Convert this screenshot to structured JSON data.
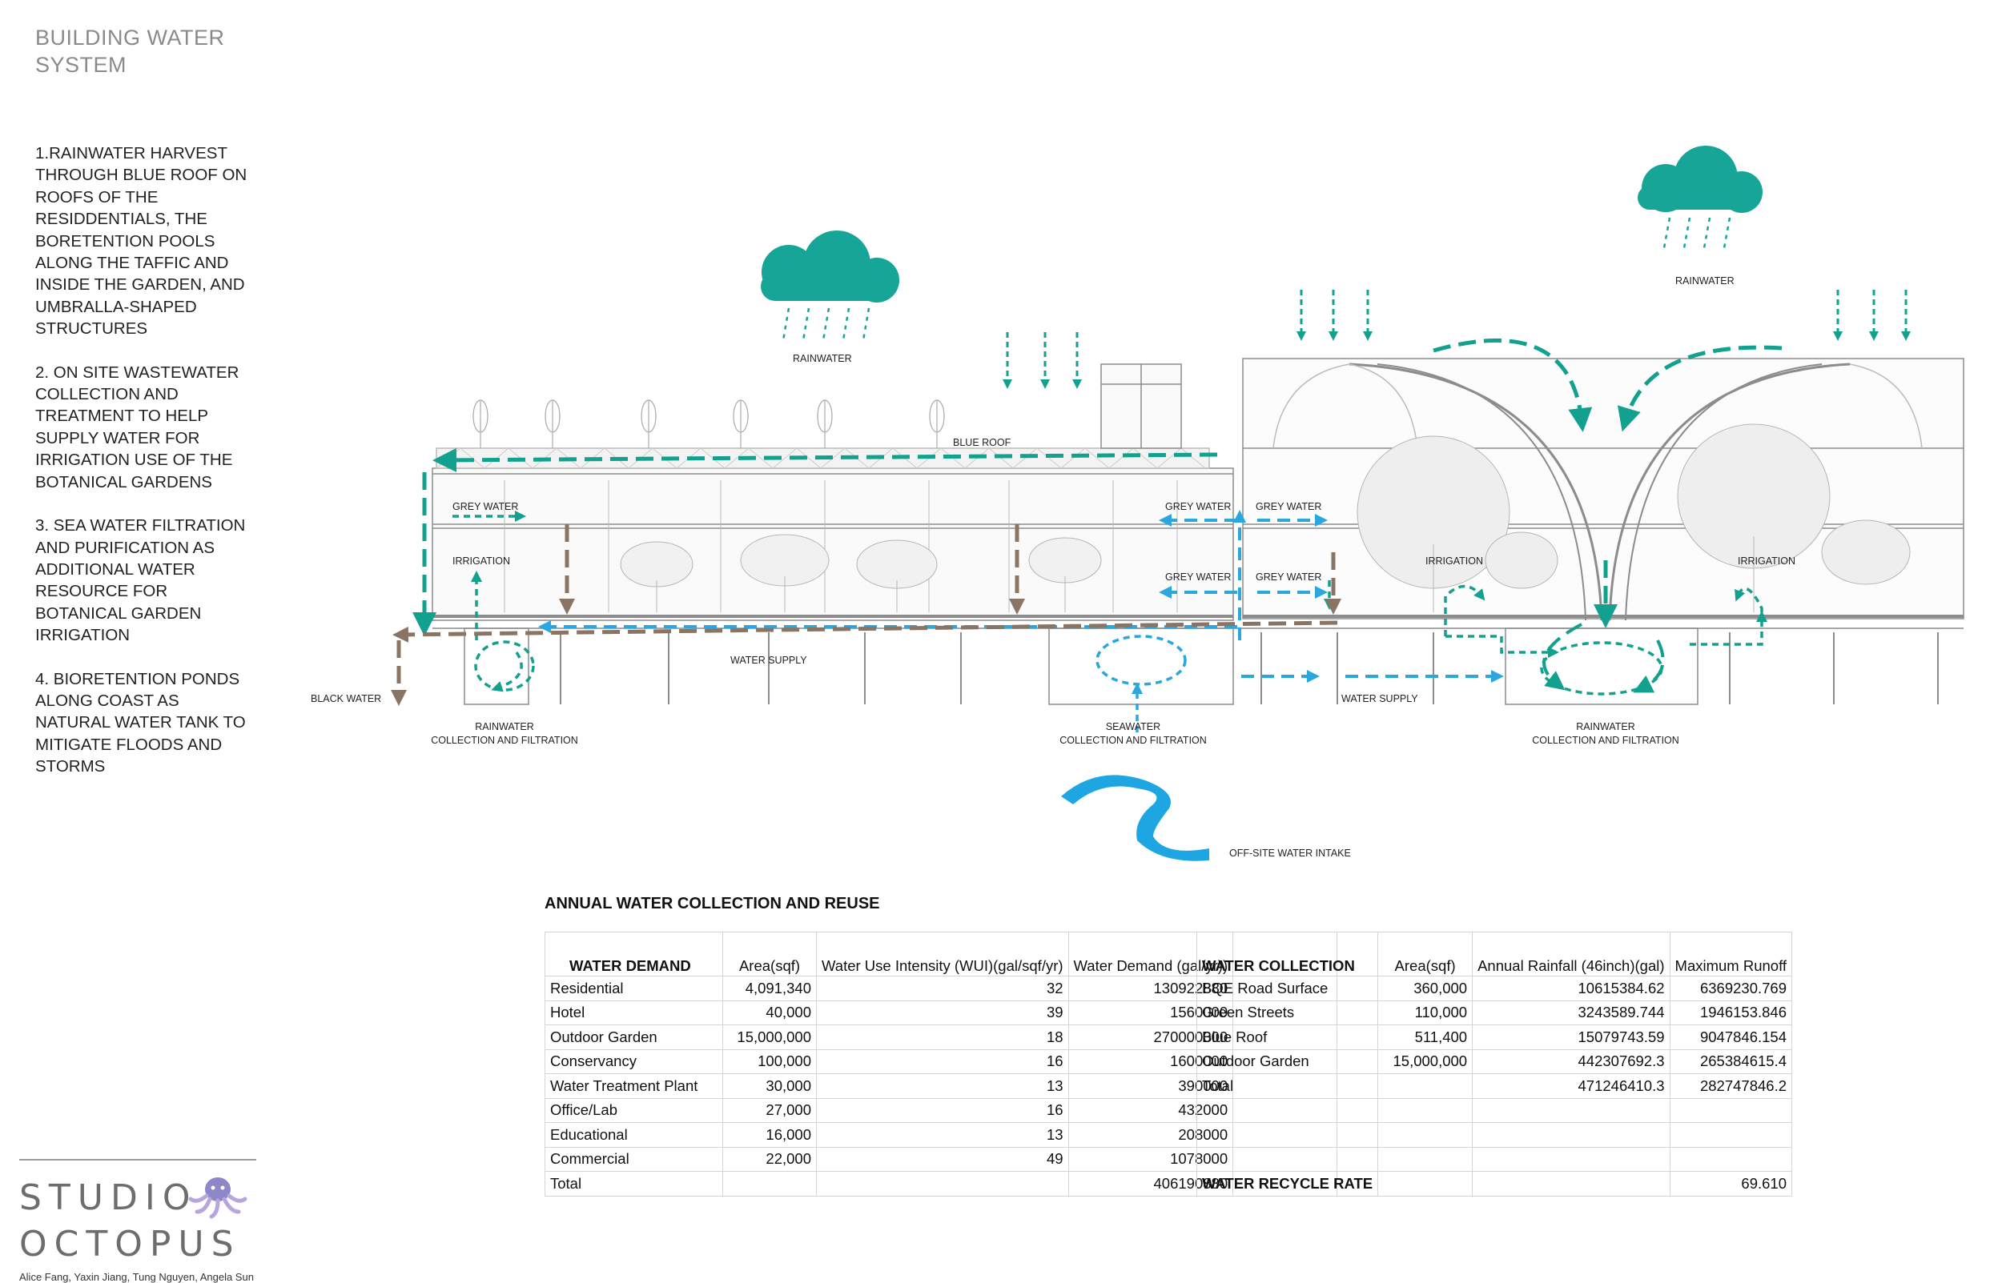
{
  "title": "BUILDING WATER SYSTEM",
  "notes": [
    "1.RAINWATER HARVEST THROUGH BLUE ROOF ON ROOFS OF THE RESIDDENTIALS, THE BORETENTION POOLS ALONG THE TAFFIC AND INSIDE THE GARDEN, AND UMBRALLA-SHAPED STRUCTURES",
    "2. ON SITE WASTEWATER COLLECTION AND TREATMENT TO HELP SUPPLY WATER FOR IRRIGATION USE OF THE BOTANICAL GARDENS",
    "3. SEA WATER FILTRATION AND PURIFICATION AS ADDITIONAL WATER RESOURCE FOR BOTANICAL GARDEN IRRIGATION",
    "4. BIORETENTION PONDS ALONG COAST AS NATURAL WATER TANK TO MITIGATE FLOODS AND STORMS"
  ],
  "diagram": {
    "labels": {
      "rainwater_left": "RAINWATER",
      "rainwater_right": "RAINWATER",
      "blue_roof": "BLUE ROOF",
      "grey_water_1": "GREY WATER",
      "grey_water_2": "GREY WATER",
      "grey_water_3": "GREY WATER",
      "grey_water_4": "GREY WATER",
      "grey_water_5": "GREY WATER",
      "irrigation_1": "IRRIGATION",
      "irrigation_2": "IRRIGATION",
      "irrigation_3": "IRRIGATION",
      "water_supply_1": "WATER SUPPLY",
      "water_supply_2": "WATER SUPPLY",
      "black_water": "BLACK WATER",
      "rain_collection_left_1": "RAINWATER",
      "rain_collection_left_2": "COLLECTION AND FILTRATION",
      "sea_collection_1": "SEAWATER",
      "sea_collection_2": "COLLECTION AND FILTRATION",
      "rain_collection_right_1": "RAINWATER",
      "rain_collection_right_2": "COLLECTION AND FILTRATION",
      "offsite": "OFF-SITE WATER INTAKE"
    },
    "colors": {
      "teal": "#12a08f",
      "blue": "#2aa7df",
      "brown": "#8a7464",
      "cloud": "#16a596",
      "river": "#1ea6e3",
      "building": "#8c8c8c"
    }
  },
  "tables_title": "ANNUAL WATER COLLECTION AND REUSE",
  "demand": {
    "headers": [
      "WATER DEMAND",
      "Area(sqf)",
      "Water Use Intensity (WUI)(gal/sqf/yr)",
      "Water Demand (gal/yr))",
      ""
    ],
    "rows": [
      [
        "Residential",
        "4,091,340",
        "32",
        "130922880",
        ""
      ],
      [
        "Hotel",
        "40,000",
        "39",
        "1560000",
        ""
      ],
      [
        "Outdoor Garden",
        "15,000,000",
        "18",
        "270000000",
        ""
      ],
      [
        "Conservancy",
        "100,000",
        "16",
        "1600000",
        ""
      ],
      [
        "Water Treatment Plant",
        "30,000",
        "13",
        "390000",
        ""
      ],
      [
        "Office/Lab",
        "27,000",
        "16",
        "432000",
        ""
      ],
      [
        "Educational",
        "16,000",
        "13",
        "208000",
        ""
      ],
      [
        "Commercial",
        "22,000",
        "49",
        "1078000",
        ""
      ],
      [
        "Total",
        "",
        "",
        "406190880",
        ""
      ]
    ]
  },
  "collection": {
    "headers": [
      "WATER COLLECTION",
      "Area(sqf)",
      "Annual Rainfall (46inch)(gal)",
      "Maximum Runoff"
    ],
    "rows": [
      [
        "BQE Road Surface",
        "360,000",
        "10615384.62",
        "6369230.769"
      ],
      [
        "Green Streets",
        "110,000",
        "3243589.744",
        "1946153.846"
      ],
      [
        "Blue Roof",
        "511,400",
        "15079743.59",
        "9047846.154"
      ],
      [
        "Outdoor Garden",
        "15,000,000",
        "442307692.3",
        "265384615.4"
      ],
      [
        "Total",
        "",
        "471246410.3",
        "282747846.2"
      ],
      [
        "",
        "",
        "",
        ""
      ],
      [
        "",
        "",
        "",
        ""
      ],
      [
        "",
        "",
        "",
        ""
      ],
      [
        "WATER RECYCLE RATE",
        "",
        "",
        "69.610"
      ]
    ]
  },
  "brand": {
    "line1": "STUDIO",
    "line2": "OCTOPUS",
    "credits": "Alice Fang, Yaxin Jiang, Tung Nguyen, Angela Sun"
  }
}
